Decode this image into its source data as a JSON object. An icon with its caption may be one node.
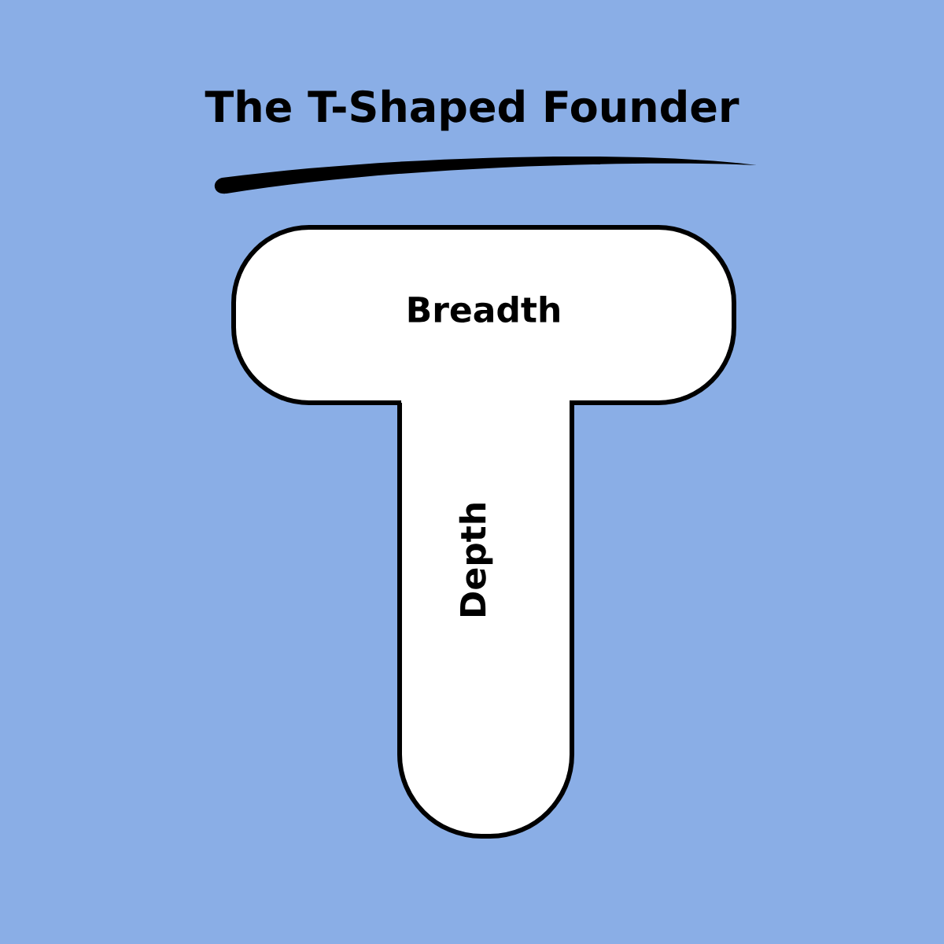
{
  "diagram": {
    "title": "The T-Shaped Founder",
    "nodes": [
      {
        "text": [
          "Breadth",
          "Depth"
        ]
      }
    ]
  }
}
